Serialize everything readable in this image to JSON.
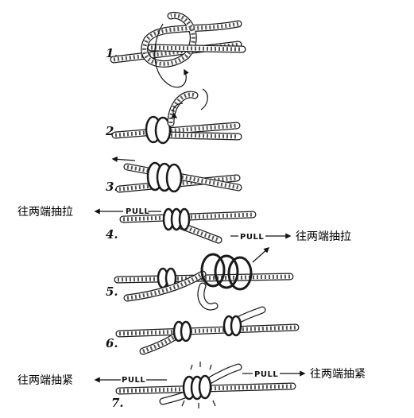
{
  "steps": [
    {
      "number": "1."
    },
    {
      "number": "2."
    },
    {
      "number": "3."
    },
    {
      "number": "4."
    },
    {
      "number": "5."
    },
    {
      "number": "6."
    },
    {
      "number": "7."
    }
  ],
  "pull_label": "PULL",
  "annotations": {
    "step4_left": "往两端抽拉",
    "step4_right": "往两端抽拉",
    "step7_left": "往两端抽紧",
    "step7_right": "往两端抽紧"
  },
  "colors": {
    "ink": "#1a1a1a",
    "rope": "#ffffff",
    "background": "#ffffff"
  }
}
